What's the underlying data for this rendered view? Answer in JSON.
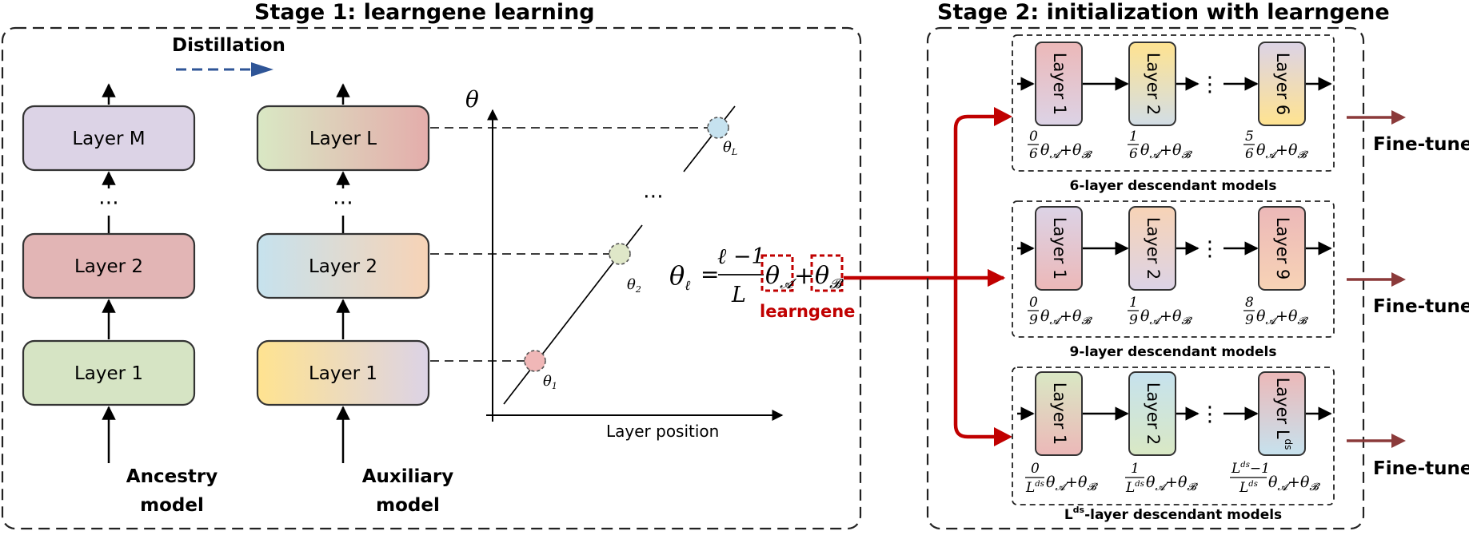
{
  "stage1": {
    "title": "Stage 1: learngene learning",
    "distillation_label": "Distillation",
    "ancestry": {
      "layers": [
        "Layer M",
        "Layer 2",
        "Layer 1"
      ],
      "label_line1": "Ancestry",
      "label_line2": "model"
    },
    "auxiliary": {
      "layers": [
        "Layer L",
        "Layer 2",
        "Layer 1"
      ],
      "label_line1": "Auxiliary",
      "label_line2": "model"
    },
    "plot": {
      "y_axis_symbol": "θ",
      "x_axis_label": "Layer position",
      "points": [
        {
          "name": "θ",
          "sub": "1"
        },
        {
          "name": "θ",
          "sub": "2"
        },
        {
          "name": "θ",
          "sub": "L"
        }
      ],
      "dots": "⋯"
    },
    "formula": {
      "lhs": "θ",
      "lhs_sub": "ℓ",
      "numerator": "ℓ −1",
      "denominator": "L",
      "theta_a": "θ",
      "sub_a": "𝓐",
      "plus": "+",
      "theta_b": "θ",
      "sub_b": "𝓑",
      "learngene_label": "learngene"
    }
  },
  "stage2": {
    "title": "Stage 2: initialization with learngene",
    "groups": [
      {
        "layers": [
          "Layer 1",
          "Layer 2",
          "Layer 6"
        ],
        "coefficients": [
          "0",
          "1",
          "5"
        ],
        "denominator": "6",
        "caption": "6-layer descendant models",
        "fine_tune": "Fine-tune"
      },
      {
        "layers": [
          "Layer 1",
          "Layer 2",
          "Layer 9"
        ],
        "coefficients": [
          "0",
          "1",
          "8"
        ],
        "denominator": "9",
        "caption": "9-layer descendant models",
        "fine_tune": "Fine-tune"
      },
      {
        "layers": [
          "Layer 1",
          "Layer 2",
          "Layer L"
        ],
        "last_sup": "ds",
        "coefficients": [
          "0",
          "1",
          "L"
        ],
        "coefficient_last_suffix": "ds",
        "coefficient_last_minus": "−1",
        "denominator": "L",
        "denominator_sup": "ds",
        "caption_prefix": "L",
        "caption_sup": "ds",
        "caption": "-layer descendant models",
        "fine_tune": "Fine-tune"
      }
    ],
    "term_theta_a": "θ",
    "term_sub_a": "𝓐",
    "term_plus": "+",
    "term_theta_b": "θ",
    "term_sub_b": "𝓑",
    "dots": "⋮"
  },
  "colors": {
    "dashed_border": "#222222",
    "distillation_arrow": "#2f5597",
    "learngene_red": "#c00000",
    "finetune_arrow": "#8b3a3a",
    "layer_m": "#dcd3e6",
    "layer_2_ancestry": "#e2b5b5",
    "layer_1_ancestry": "#d6e4c4",
    "point_1": "#f0b7b7",
    "point_2": "#dfe7c8",
    "point_L": "#c6e2ef"
  }
}
